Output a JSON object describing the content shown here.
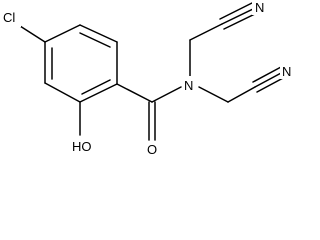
{
  "molecule": {
    "atom_labels": {
      "chlorine": "Cl",
      "hydroxyl": "HO",
      "carbonyl_oxygen": "O",
      "amide_nitrogen": "N",
      "nitrile_nitrogen_upper": "N",
      "nitrile_nitrogen_lower": "N"
    }
  }
}
